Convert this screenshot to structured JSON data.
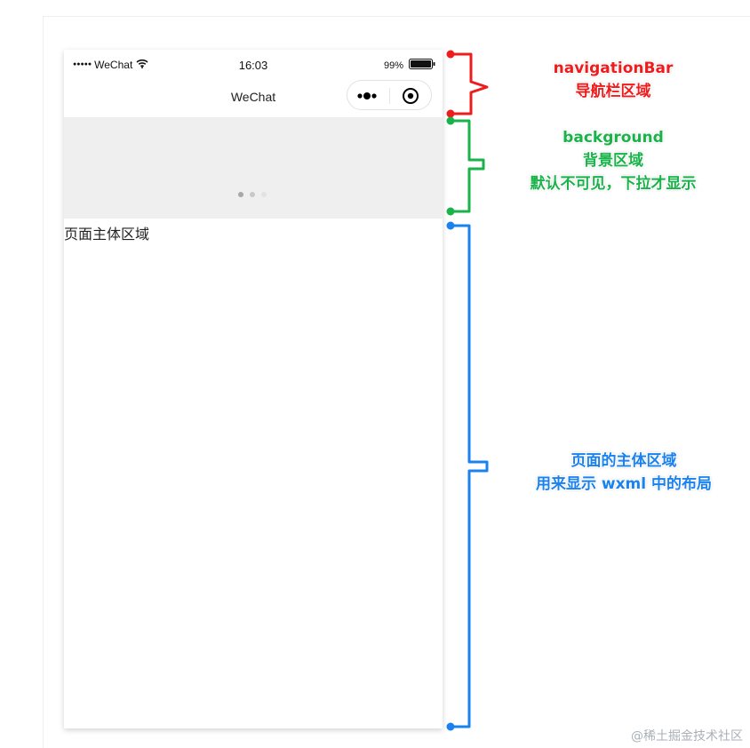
{
  "status_bar": {
    "signal": "●●●●●",
    "carrier": "WeChat",
    "time": "16:03",
    "battery_level": "99%"
  },
  "nav_bar": {
    "title": "WeChat"
  },
  "main": {
    "text": "页面主体区域"
  },
  "annotations": {
    "navigation_bar": {
      "lines": [
        "navigationBar",
        "导航栏区域"
      ],
      "color": "#ee1c1c"
    },
    "background": {
      "lines": [
        "background",
        "背景区域",
        "默认不可见，下拉才显示"
      ],
      "color": "#19b34a"
    },
    "page_body": {
      "lines": [
        "页面的主体区域",
        "用来显示 wxml 中的布局"
      ],
      "color": "#1a82ee"
    }
  },
  "watermark": "@稀土掘金技术社区"
}
